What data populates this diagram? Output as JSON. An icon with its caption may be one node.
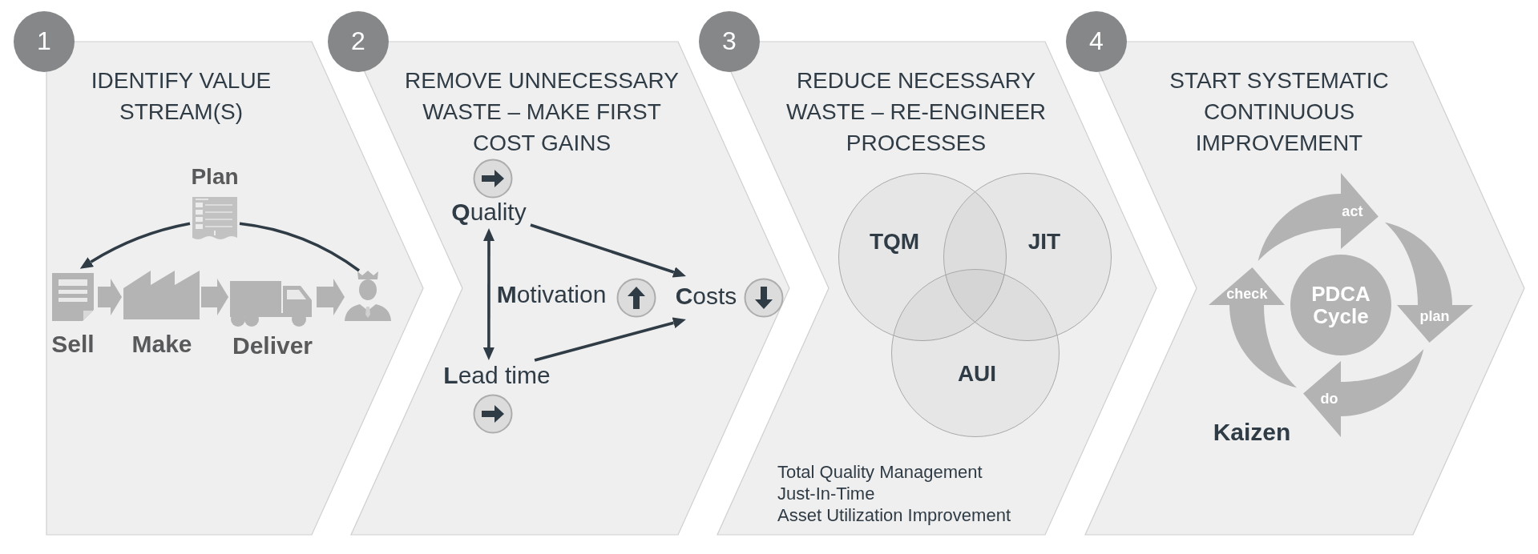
{
  "diagram": {
    "nodes": [
      {
        "text": [
          "1"
        ]
      },
      {
        "text": [
          "IDENTIFY VALUE STREAM(S)"
        ]
      },
      {
        "text": [
          "Plan"
        ],
        "in": 1
      },
      {
        "text": [
          "Sell"
        ],
        "in": 1
      },
      {
        "text": [
          "Make"
        ],
        "in": 1
      },
      {
        "text": [
          "Deliver"
        ],
        "in": 1
      },
      {
        "text": [],
        "shape": "person",
        "in": 1
      },
      {
        "text": [
          "2"
        ]
      },
      {
        "text": [
          "REMOVE UNNECESSARY WASTE – MAKE FIRST COST GAINS"
        ]
      },
      {
        "text": [
          "**Q**uality"
        ],
        "in": 8
      },
      {
        "text": [
          "**C**osts"
        ],
        "in": 8
      },
      {
        "text": [
          "**L**ead time"
        ],
        "in": 8
      },
      {
        "text": [
          "3"
        ]
      },
      {
        "text": [
          "REDUCE NECESSARY WASTE – RE-ENGINEER PROCESSES"
        ]
      },
      {
        "text": [
          "TQM"
        ],
        "in": 13
      },
      {
        "text": [
          "JIT"
        ],
        "in": 13
      },
      {
        "text": [
          "AUI"
        ],
        "in": 13
      },
      {
        "text": [
          "4"
        ]
      },
      {
        "text": [
          "START SYSTEMATIC CONTINUOUS IMPROVEMENT"
        ]
      },
      {
        "text": [
          "act"
        ],
        "in": 18
      },
      {
        "text": [
          "check"
        ],
        "in": 18
      },
      {
        "text": [
          "PDCA Cycle"
        ],
        "in": 18
      },
      {
        "text": [
          "plan"
        ],
        "in": 18
      },
      {
        "text": [
          "do"
        ],
        "in": 18
      }
    ],
    "edges": [
      {
        "from": 3,
        "to": 4,
        "arrow": "to",
        "style": "thick",
        "color": "#b3b3b3"
      },
      {
        "from": 4,
        "to": 5,
        "arrow": "to",
        "style": "thick",
        "color": "#b3b3b3"
      },
      {
        "from": 5,
        "to": 6,
        "arrow": "to",
        "style": "thick",
        "color": "#b3b3b3"
      },
      {
        "from": 6,
        "to": 2,
        "arrow": "none"
      },
      {
        "from": 2,
        "to": 3,
        "arrow": "to"
      },
      {
        "from": 9,
        "to": 11,
        "arrow": "both"
      },
      {
        "from": 9,
        "to": 10,
        "arrow": "to"
      },
      {
        "from": 11,
        "to": 10,
        "arrow": "to"
      }
    ],
    "labels": [
      "**M**otivation",
      "Total Quality Management",
      "Just-In-Time",
      "Asset Utilization Improvement",
      "Kaizen"
    ]
  }
}
